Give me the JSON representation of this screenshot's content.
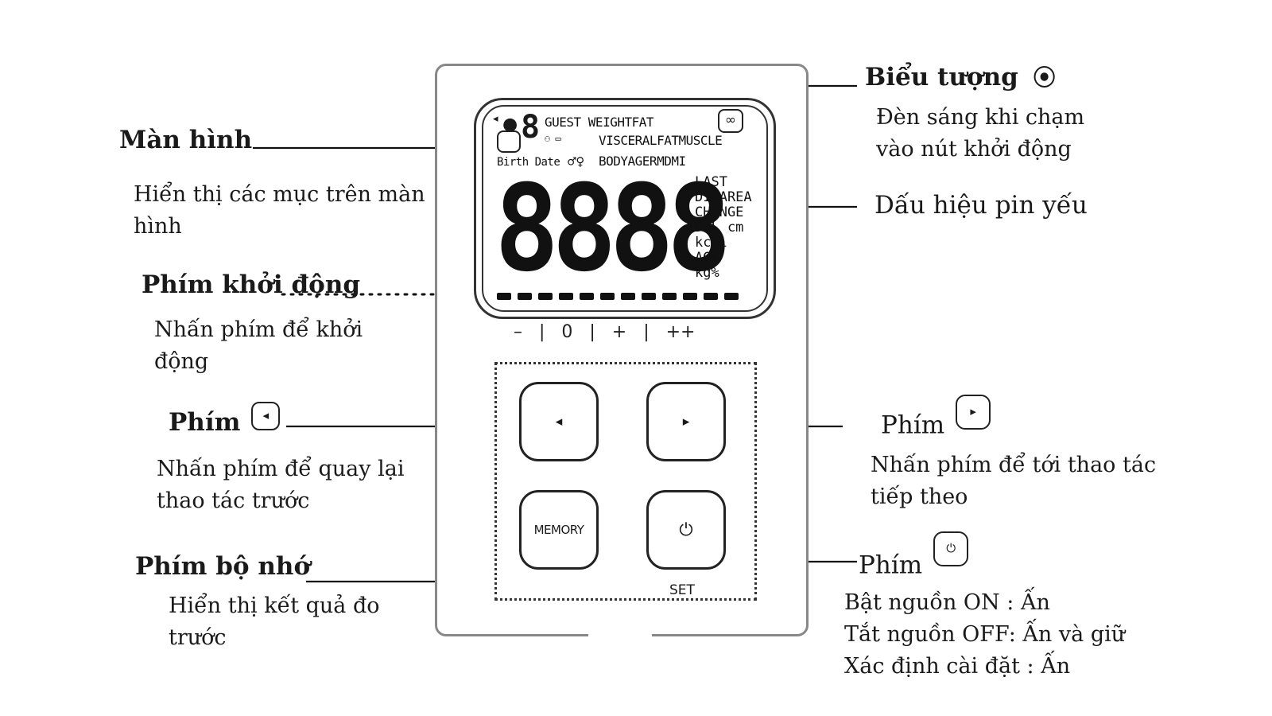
{
  "labels": {
    "display": {
      "title": "Màn hình",
      "desc": "Hiển thị các mục trên màn hình"
    },
    "start_key": {
      "title": "Phím khởi động",
      "desc": "Nhấn phím để khởi động"
    },
    "left_key": {
      "title": "Phím",
      "icon": "◂",
      "desc": "Nhấn phím để quay lại thao tác trước"
    },
    "memory_key": {
      "title": "Phím bộ nhớ",
      "desc": "Hiển thị kết quả đo trước"
    },
    "symbol": {
      "title": "Biểu tượng",
      "icon": "⦿",
      "desc": "Đèn sáng khi chạm vào nút khởi động"
    },
    "battery": {
      "title": "Dấu hiệu pin yếu"
    },
    "right_key": {
      "title": "Phím",
      "icon": "▸",
      "desc": "Nhấn phím để tới thao tác tiếp theo"
    },
    "power_key": {
      "title": "Phím",
      "icon": "⏻",
      "lines": [
        "Bật nguồn ON : Ấn",
        "Tắt nguồn OFF: Ấn và giữ",
        "Xác định cài đặt : Ấn"
      ]
    }
  },
  "device": {
    "lcd": {
      "row1": "GUEST WEIGHTFAT",
      "row2": "VISCERALFATMUSCLE",
      "row3": "BODYAGERMDMI",
      "row3_left": "Birth Date",
      "small_digit": "8",
      "digits": "8888",
      "units": [
        "LAST",
        "DIFAREA",
        "CHANGE",
        "DEL cm",
        "kcal",
        "AGE",
        "kg%"
      ]
    },
    "scale_label": "– | 0 | + | ++",
    "buttons": {
      "left": "◂",
      "right": "▸",
      "memory": "MEMORY",
      "power": "⏻",
      "set_label": "SET"
    }
  },
  "colors": {
    "ink": "#1a1a1a",
    "body_outline": "#888888",
    "background": "#ffffff"
  },
  "icons": [
    "arrow-left-icon",
    "arrow-right-icon",
    "power-icon",
    "touch-indicator-icon",
    "low-battery-icon",
    "person-icon"
  ]
}
